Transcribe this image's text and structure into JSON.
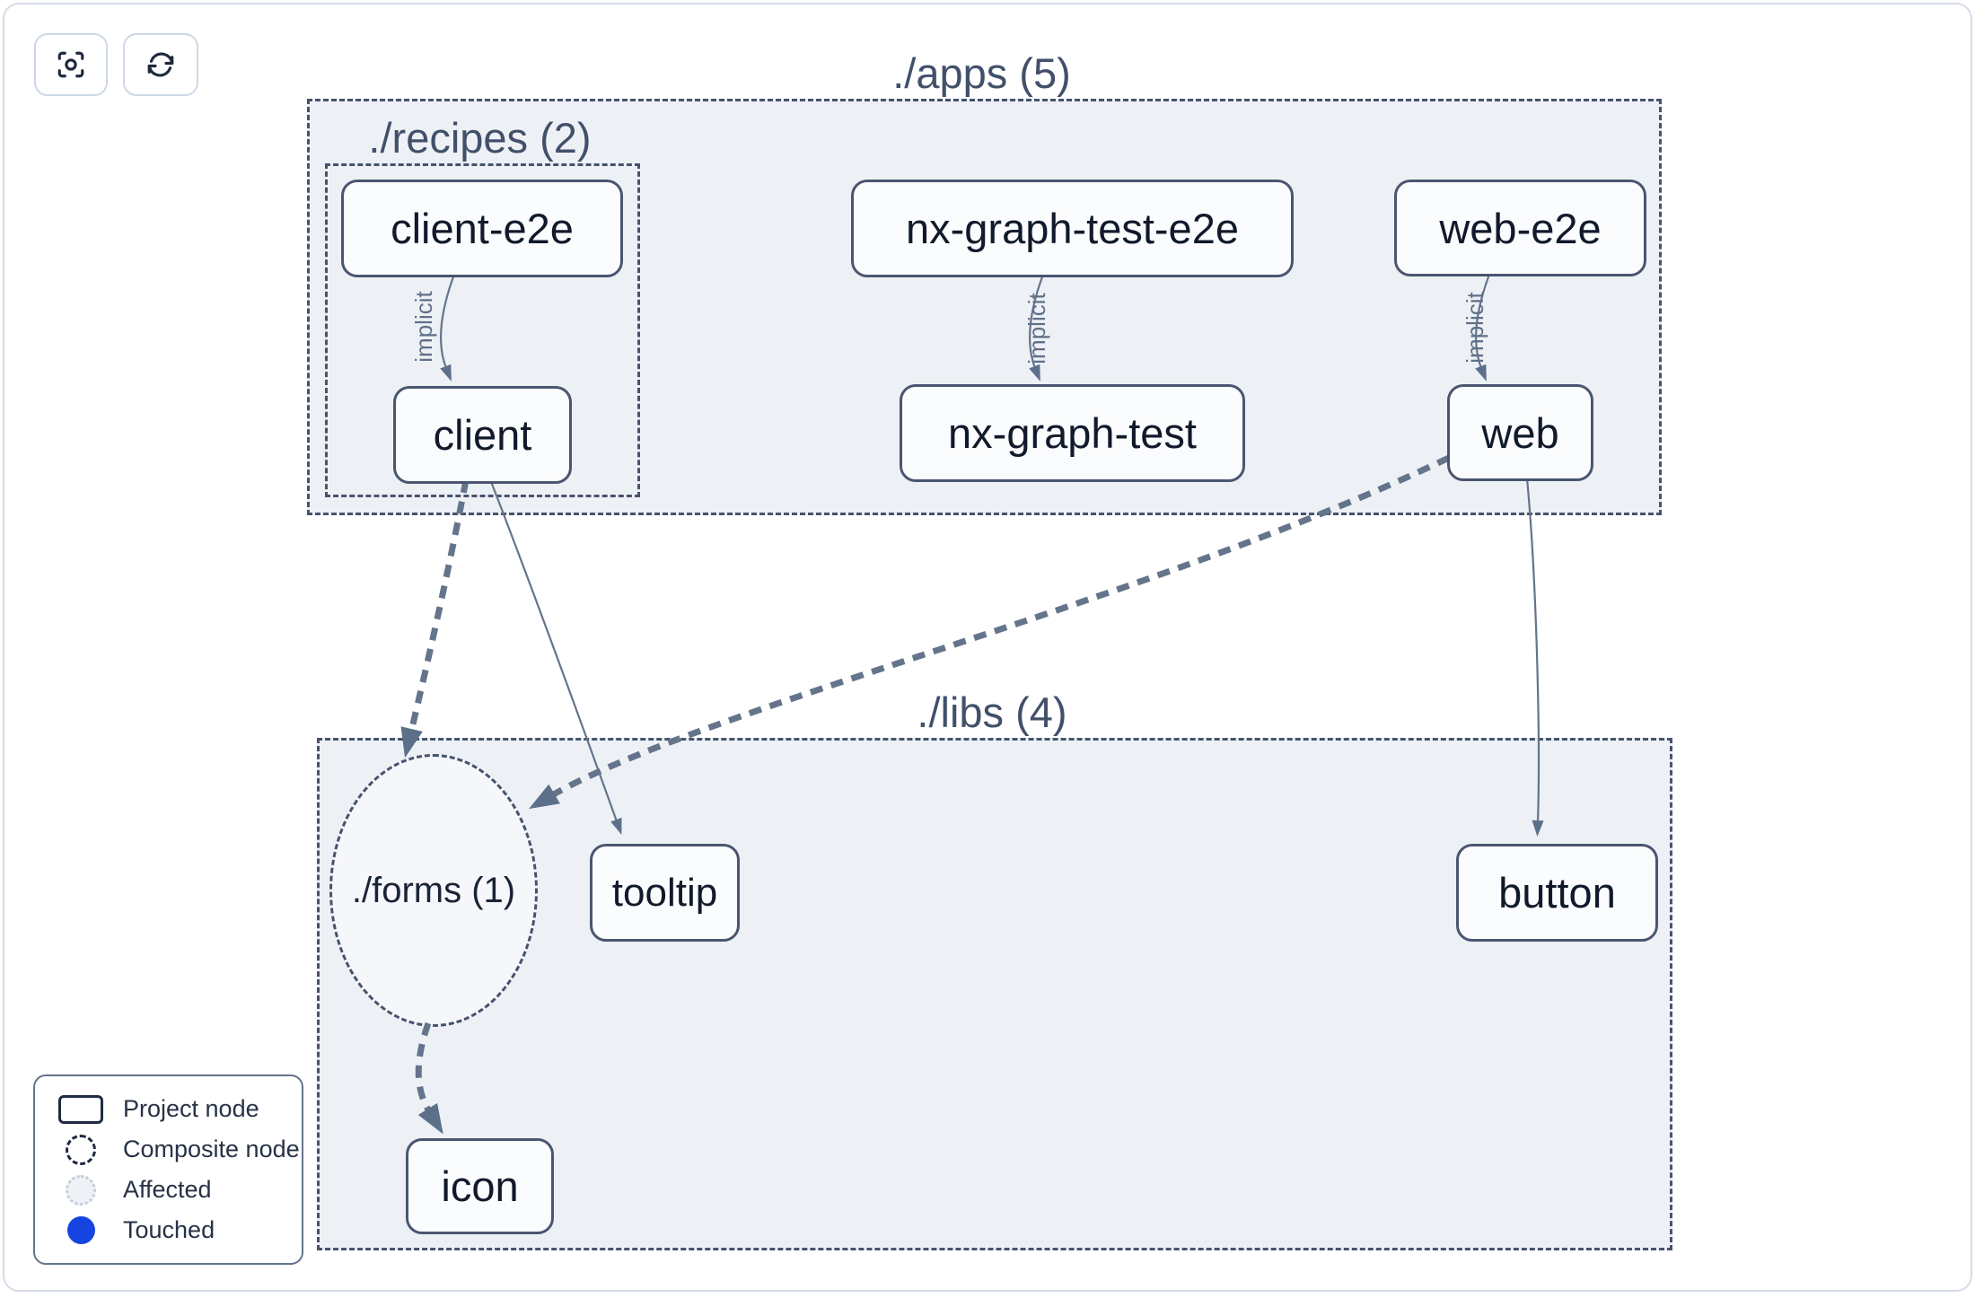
{
  "toolbar": {
    "buttons": [
      {
        "name": "focus-view",
        "icon": "scan-focus-icon"
      },
      {
        "name": "refresh-graph",
        "icon": "refresh-icon"
      }
    ]
  },
  "graph": {
    "groups": [
      {
        "id": "apps",
        "label": "./apps (5)"
      },
      {
        "id": "recipes",
        "label": "./recipes (2)"
      },
      {
        "id": "libs",
        "label": "./libs (4)"
      }
    ],
    "composite": [
      {
        "id": "forms",
        "label": "./forms (1)"
      }
    ],
    "nodes": [
      {
        "id": "client-e2e",
        "label": "client-e2e",
        "group": "recipes"
      },
      {
        "id": "client",
        "label": "client",
        "group": "recipes"
      },
      {
        "id": "nx-graph-test-e2e",
        "label": "nx-graph-test-e2e",
        "group": "apps"
      },
      {
        "id": "nx-graph-test",
        "label": "nx-graph-test",
        "group": "apps"
      },
      {
        "id": "web-e2e",
        "label": "web-e2e",
        "group": "apps"
      },
      {
        "id": "web",
        "label": "web",
        "group": "apps"
      },
      {
        "id": "tooltip",
        "label": "tooltip",
        "group": "libs"
      },
      {
        "id": "button",
        "label": "button",
        "group": "libs"
      },
      {
        "id": "icon",
        "label": "icon",
        "group": "libs"
      }
    ],
    "edges": [
      {
        "from": "client-e2e",
        "to": "client",
        "style": "solid",
        "label": "implicit"
      },
      {
        "from": "nx-graph-test-e2e",
        "to": "nx-graph-test",
        "style": "solid",
        "label": "implicit"
      },
      {
        "from": "web-e2e",
        "to": "web",
        "style": "solid",
        "label": "implicit"
      },
      {
        "from": "client",
        "to": "tooltip",
        "style": "solid",
        "label": ""
      },
      {
        "from": "web",
        "to": "button",
        "style": "solid",
        "label": ""
      },
      {
        "from": "client",
        "to": "./forms",
        "style": "dashed",
        "label": ""
      },
      {
        "from": "web",
        "to": "./forms",
        "style": "dashed",
        "label": ""
      },
      {
        "from": "./forms",
        "to": "icon",
        "style": "dashed",
        "label": ""
      }
    ]
  },
  "legend": {
    "items": [
      {
        "label": "Project node",
        "symbol": "project-rect"
      },
      {
        "label": "Composite node",
        "symbol": "composite-dashed-circle"
      },
      {
        "label": "Affected",
        "symbol": "affected-light-circle"
      },
      {
        "label": "Touched",
        "symbol": "touched-blue-circle"
      }
    ]
  },
  "colors": {
    "group_fill": "#edf1f6",
    "composite_fill": "#f5f7fa",
    "dashed_border": "#47536d",
    "node_fill": "#fbfcfe",
    "node_border": "#4a5670",
    "node_text": "#111a2b",
    "edge": "#64748b",
    "edge_label": "#5f7087",
    "touched_blue": "#1544e0",
    "affected_fill": "#eef2f7",
    "frame_border": "#d6dce8"
  }
}
